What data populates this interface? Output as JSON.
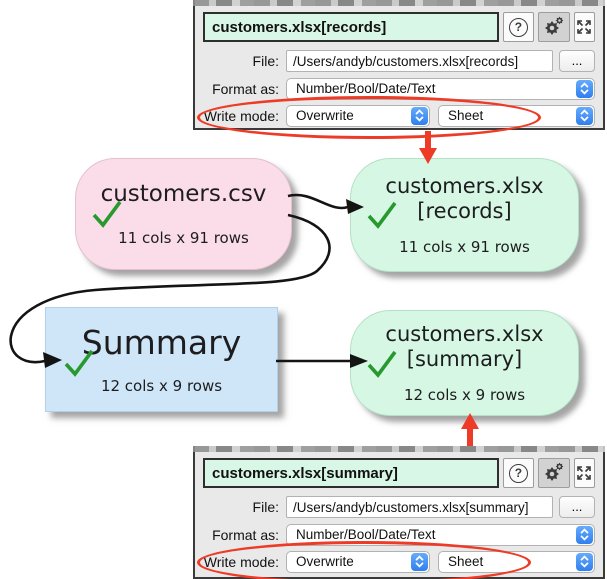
{
  "top_panel": {
    "title": "customers.xlsx[records]",
    "help_glyph": "?",
    "file_label": "File:",
    "file_value": "/Users/andyb/customers.xlsx[records]",
    "browse_label": "...",
    "format_label": "Format as:",
    "format_value": "Number/Bool/Date/Text",
    "write_mode_label": "Write mode:",
    "write_mode_value": "Overwrite",
    "write_target_value": "Sheet"
  },
  "bottom_panel": {
    "title": "customers.xlsx[summary]",
    "help_glyph": "?",
    "file_label": "File:",
    "file_value": "/Users/andyb/customers.xlsx[summary]",
    "browse_label": "...",
    "format_label": "Format as:",
    "format_value": "Number/Bool/Date/Text",
    "write_mode_label": "Write mode:",
    "write_mode_value": "Overwrite",
    "write_target_value": "Sheet"
  },
  "canvas": {
    "nodes": {
      "csv_input": {
        "title": "customers.csv",
        "stats": "11 cols x 91 rows"
      },
      "records_output": {
        "title_file": "customers.xlsx",
        "title_ref": "[records]",
        "stats": "11 cols x 91 rows"
      },
      "summary_transform": {
        "title": "Summary",
        "stats": "12 cols x 9 rows"
      },
      "summary_output": {
        "title_file": "customers.xlsx",
        "title_ref": "[summary]",
        "stats": "12 cols x 9 rows"
      }
    }
  },
  "colors": {
    "input_node_pink": "#fadde9",
    "output_node_green": "#d6f7e3",
    "transform_node_blue": "#cfe6f9",
    "panel_title_green": "#d9f7e6",
    "stepper_blue": "#3a8cf3",
    "annotation_red": "#ee3b28",
    "check_green": "#27992f"
  }
}
